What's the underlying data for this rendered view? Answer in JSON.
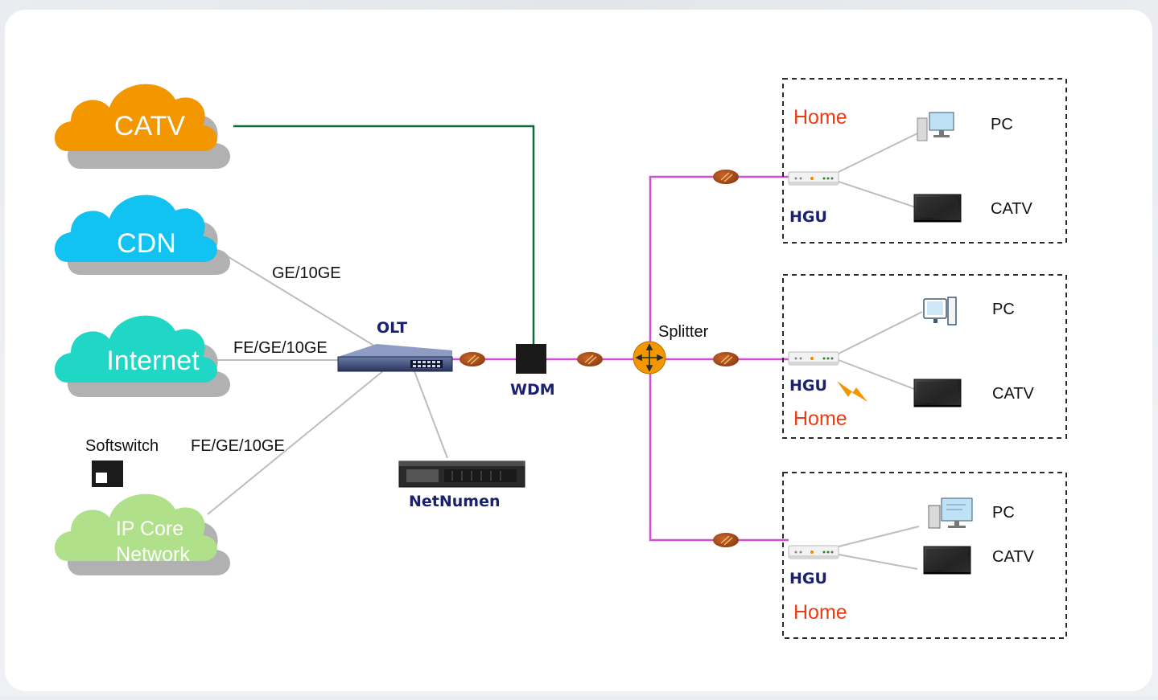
{
  "clouds": {
    "catv": "CATV",
    "cdn": "CDN",
    "internet": "Internet",
    "ipcore_line1": "IP Core",
    "ipcore_line2": "Network"
  },
  "links": {
    "cdn_olt": "GE/10GE",
    "internet_olt": "FE/GE/10GE",
    "ipcore_olt": "FE/GE/10GE"
  },
  "devices": {
    "softswitch": "Softswitch",
    "olt": "OLT",
    "wdm": "WDM",
    "netnumen": "NetNumen",
    "splitter": "Splitter"
  },
  "homes": [
    {
      "title": "Home",
      "hgu": "HGU",
      "pc": "PC",
      "catv": "CATV"
    },
    {
      "title": "Home",
      "hgu": "HGU",
      "pc": "PC",
      "catv": "CATV"
    },
    {
      "title": "Home",
      "hgu": "HGU",
      "pc": "PC",
      "catv": "CATV"
    }
  ],
  "colors": {
    "catv_cloud": "#f39700",
    "cdn_cloud": "#12c2f0",
    "internet_cloud": "#1fd7c4",
    "ipcore_cloud": "#b0e08a",
    "fiber": "#d14fd6",
    "catv_link": "#0f6b3e",
    "ethernet": "#bdbdbd",
    "accent_red": "#ef3a12",
    "navy_label": "#1a2170"
  }
}
